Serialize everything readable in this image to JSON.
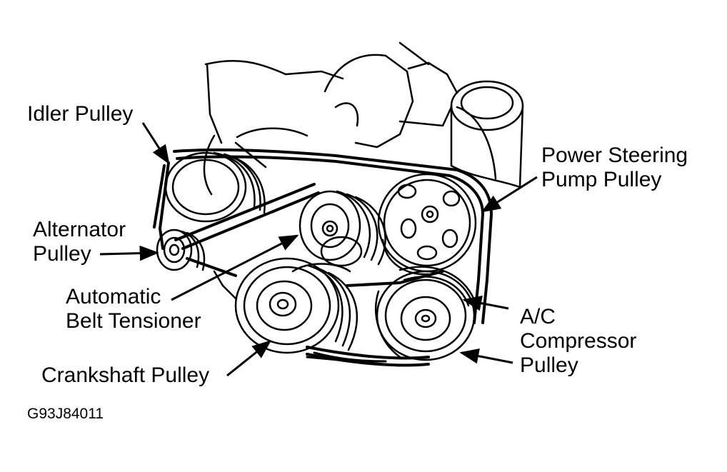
{
  "labels": {
    "idler_pulley": "Idler Pulley",
    "power_steering_line1": "Power Steering",
    "power_steering_line2": "Pump Pulley",
    "alternator_line1": "Alternator",
    "alternator_line2": "Pulley",
    "tensioner_line1": "Automatic",
    "tensioner_line2": "Belt Tensioner",
    "ac_line1": "A/C",
    "ac_line2": "Compressor",
    "ac_line3": "Pulley",
    "crankshaft_pulley": "Crankshaft Pulley"
  },
  "figure_code": "G93J84011",
  "colors": {
    "ink": "#000000",
    "paper": "#ffffff"
  }
}
